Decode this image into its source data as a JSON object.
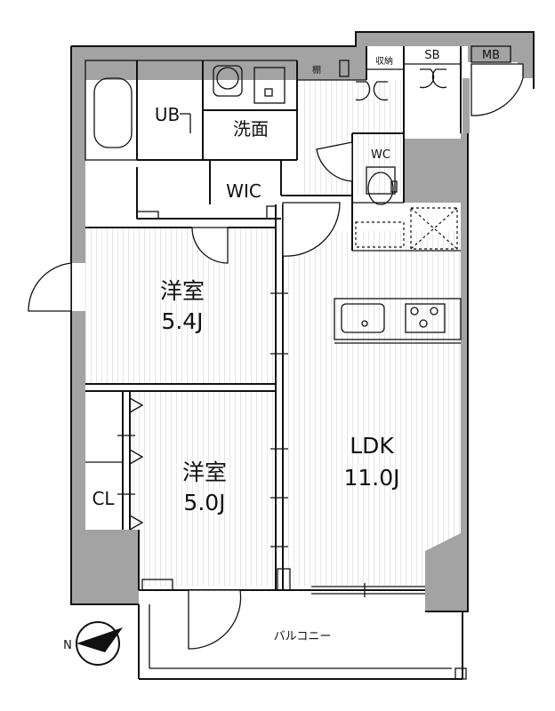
{
  "rooms": {
    "western_room_1": {
      "name": "洋室",
      "size": "5.4J"
    },
    "western_room_2": {
      "name": "洋室",
      "size": "5.0J"
    },
    "ldk": {
      "name": "LDK",
      "size": "11.0J"
    },
    "unit_bath": "UB",
    "washroom": "洗面",
    "walk_in_closet": "WIC",
    "toilet": "WC",
    "closet": "CL",
    "shelf": "棚",
    "storage": "収納",
    "shoe_box": "SB",
    "meter_box": "MB",
    "balcony": "バルコニー"
  },
  "compass": {
    "north_label": "N"
  },
  "colors": {
    "wall": "#a3a3a3",
    "line": "#111111",
    "background": "#ffffff"
  }
}
